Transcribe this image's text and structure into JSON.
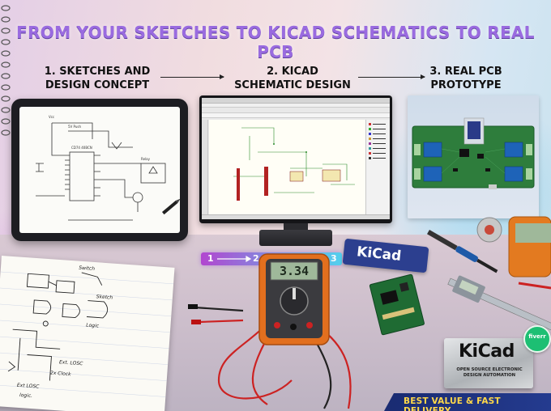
{
  "headline": "FROM YOUR SKETCHES TO KICAD SCHEMATICS TO REAL PCB",
  "steps": [
    {
      "label": "1. SKETCHES AND DESIGN CONCEPT"
    },
    {
      "label": "2. KICAD SCHEMATIC DESIGN"
    },
    {
      "label": "3. REAL PCB PROTOTYPE"
    }
  ],
  "flow_strip": {
    "n1": "1",
    "n2": "2",
    "n3": "3"
  },
  "multimeter": {
    "reading": "3.34"
  },
  "kicad_badge": {
    "text": "KiCad"
  },
  "kicad_plate": {
    "name": "KiCad",
    "subtitle": "OPEN SOURCE ELECTRONIC DESIGN AUTOMATION"
  },
  "fiverr": {
    "name": "fiverr"
  },
  "ribbon": {
    "text": "BEST VALUE & FAST DELIVERY"
  },
  "colors": {
    "headline": "#9a6be0",
    "ribbon_bg": "#1a2c73",
    "ribbon_text": "#ffd84a",
    "pcb_green": "#2e7d3c",
    "relay_blue": "#1e63b8",
    "kicad_blue": "#2c3f8f"
  }
}
